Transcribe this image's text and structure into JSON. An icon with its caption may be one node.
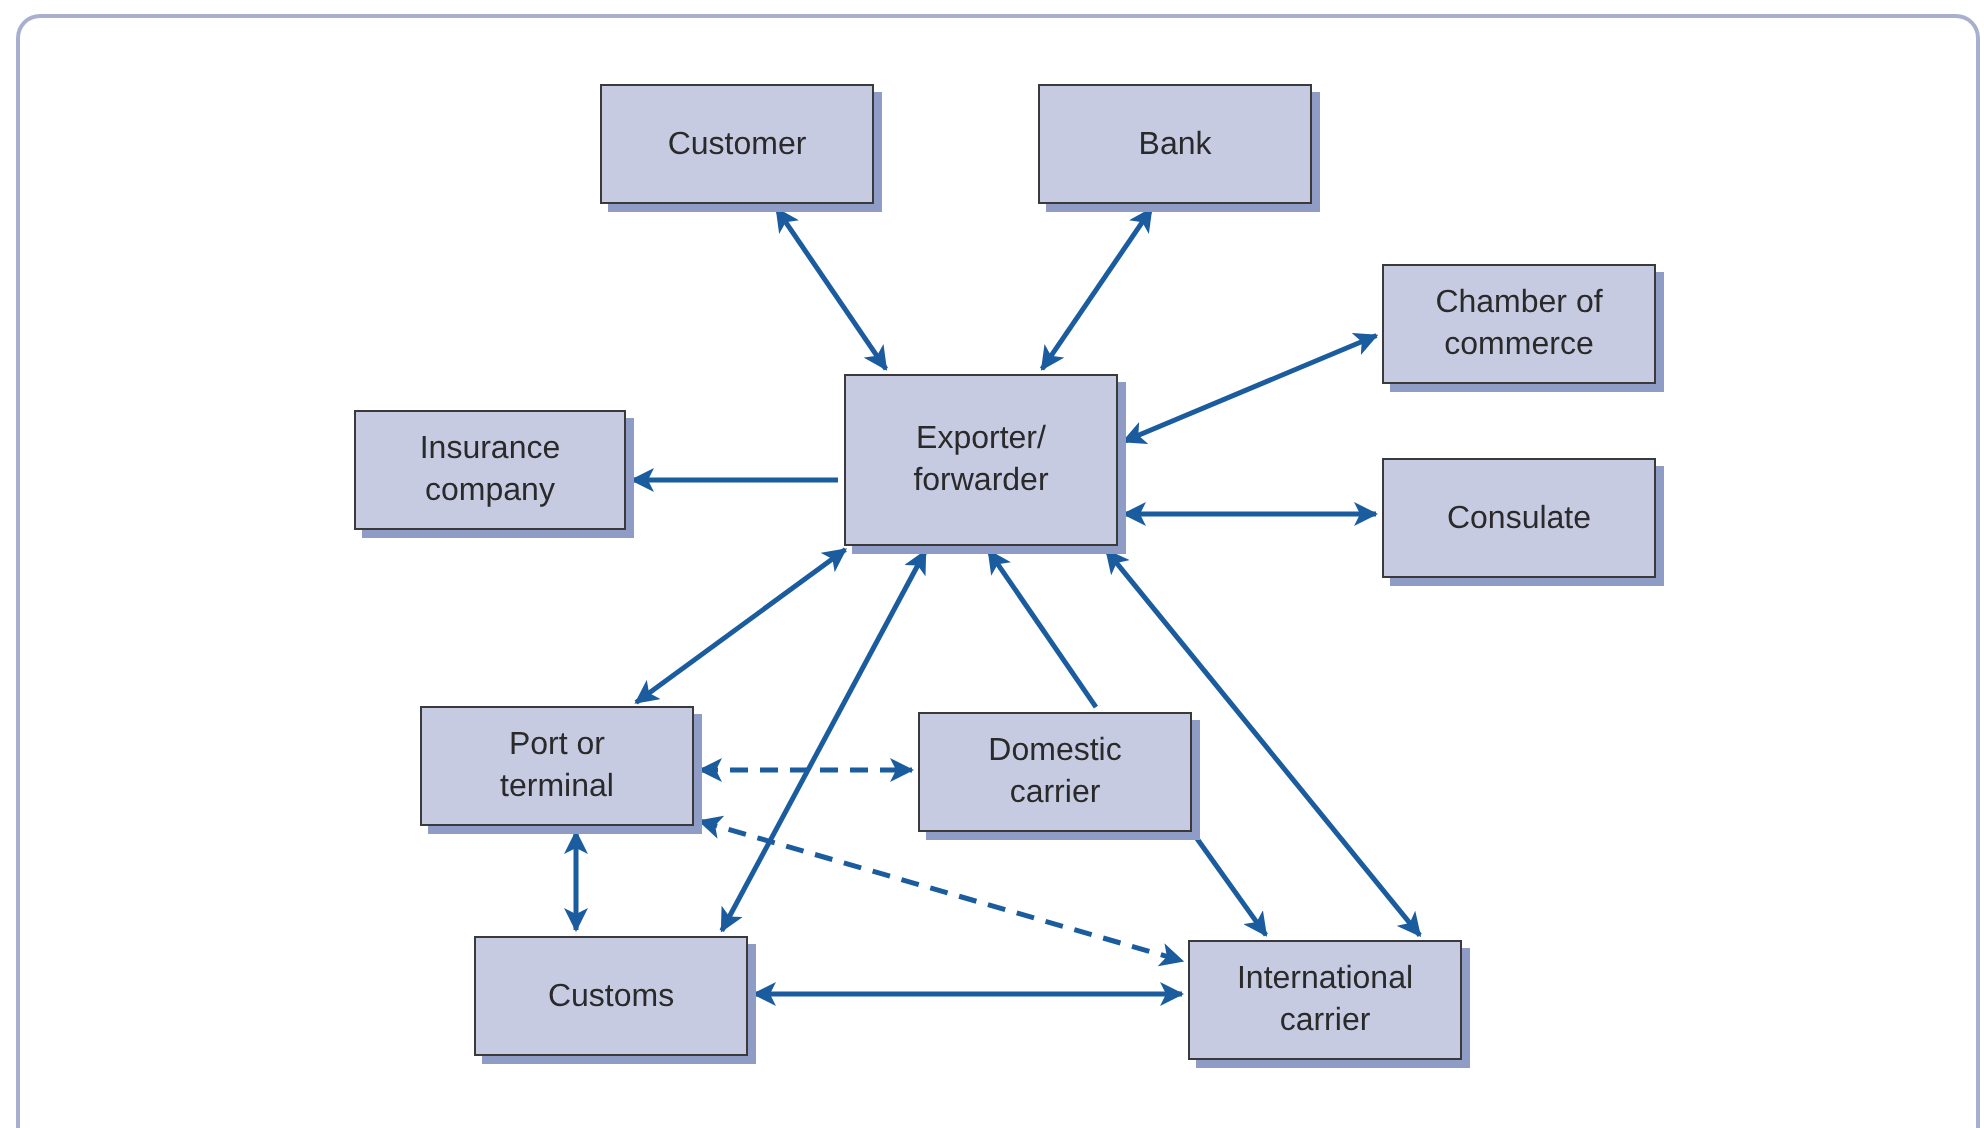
{
  "diagram": {
    "nodes": [
      {
        "text": [
          "Customer"
        ]
      },
      {
        "text": [
          "Bank"
        ]
      },
      {
        "text": [
          "Chamber of commerce"
        ]
      },
      {
        "text": [
          "Insurance company"
        ]
      },
      {
        "text": [
          "Exporter/ forwarder"
        ]
      },
      {
        "text": [
          "Consulate"
        ]
      },
      {
        "text": [
          "Port or terminal"
        ]
      },
      {
        "text": [
          "Domestic carrier"
        ]
      },
      {
        "text": [
          "Customs"
        ]
      },
      {
        "text": [
          "International carrier"
        ]
      }
    ],
    "edges": [
      {
        "from": 0,
        "to": 4,
        "arrow": "both"
      },
      {
        "from": 1,
        "to": 4,
        "arrow": "both"
      },
      {
        "from": 2,
        "to": 4,
        "arrow": "both"
      },
      {
        "from": 4,
        "to": 3,
        "arrow": "to"
      },
      {
        "from": 4,
        "to": 5,
        "arrow": "both"
      },
      {
        "from": 6,
        "to": 4,
        "arrow": "both"
      },
      {
        "from": 8,
        "to": 4,
        "arrow": "both"
      },
      {
        "from": 7,
        "to": 4,
        "arrow": "to"
      },
      {
        "from": 9,
        "to": 4,
        "arrow": "both"
      },
      {
        "from": 6,
        "to": 7,
        "arrow": "both",
        "style": "dashed"
      },
      {
        "from": 6,
        "to": 9,
        "arrow": "both",
        "style": "dashed"
      },
      {
        "from": 7,
        "to": 9,
        "arrow": "to"
      },
      {
        "from": 6,
        "to": 8,
        "arrow": "both"
      },
      {
        "from": 8,
        "to": 9,
        "arrow": "both"
      }
    ]
  }
}
